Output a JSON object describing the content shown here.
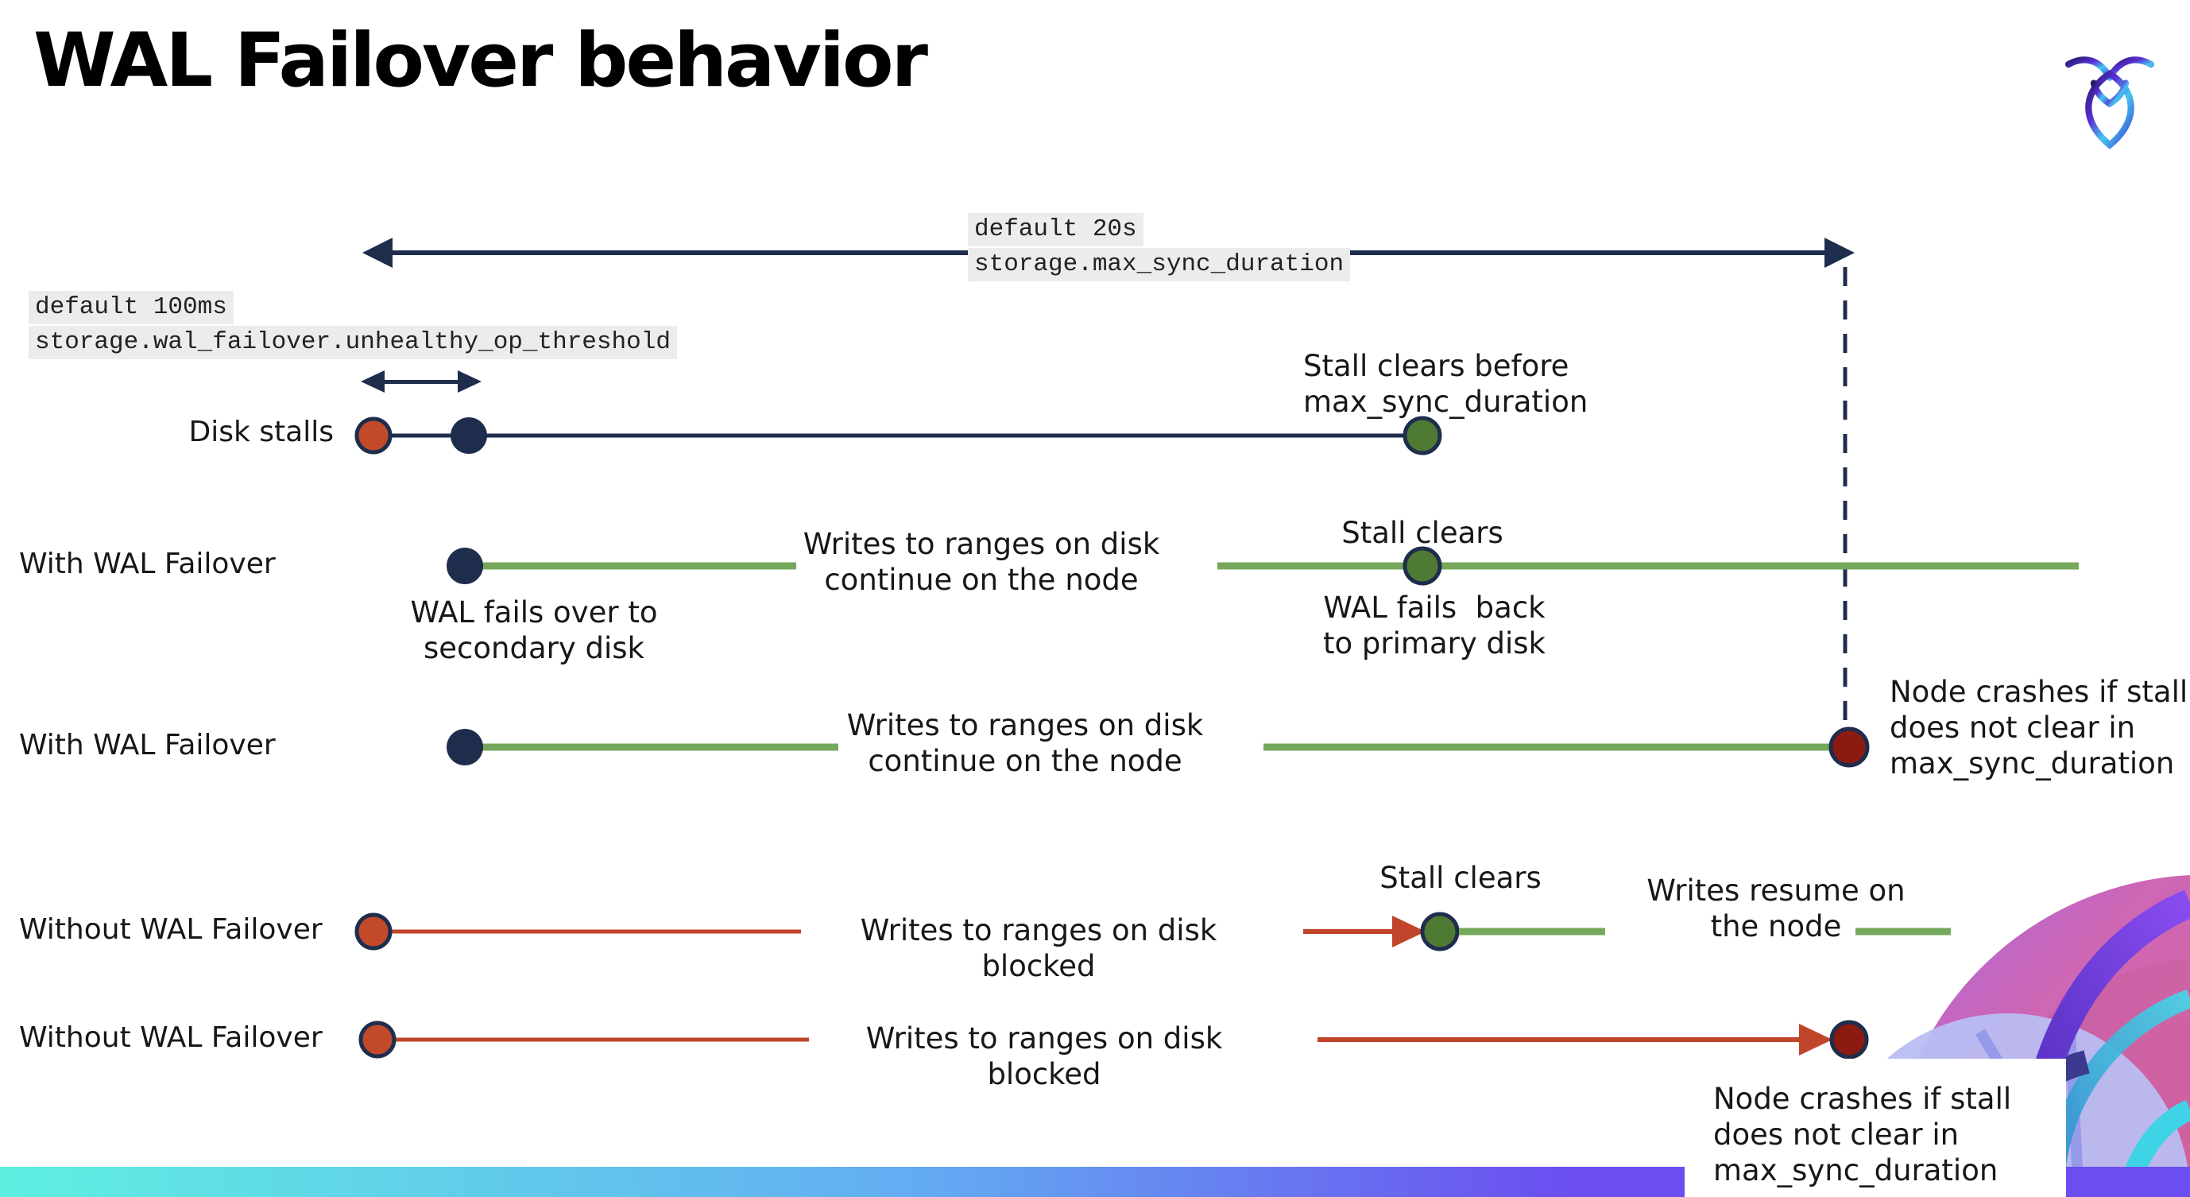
{
  "header": {
    "title": "WAL Failover behavior"
  },
  "icons": {
    "logo": "cockroachdb-logo"
  },
  "settings": {
    "max_sync_duration": {
      "default_label": "default 20s",
      "setting_name": "storage.max_sync_duration"
    },
    "unhealthy_op_threshold": {
      "default_label": "default 100ms",
      "setting_name": "storage.wal_failover.unhealthy_op_threshold"
    }
  },
  "rows": {
    "disk_stalls": {
      "label": "Disk stalls",
      "stall_clears_note": "Stall clears before\nmax_sync_duration"
    },
    "with_failover_1": {
      "label": "With WAL Failover",
      "failover_note": "WAL fails over to\nsecondary disk",
      "writes_note": "Writes to ranges on disk\ncontinue on the node",
      "stall_clears": "Stall clears",
      "failback_note": "WAL fails  back\nto primary disk"
    },
    "with_failover_2": {
      "label": "With WAL Failover",
      "writes_note": "Writes to ranges on disk\ncontinue on the node",
      "crash_note": "Node crashes if stall\ndoes not clear in\nmax_sync_duration"
    },
    "without_failover_1": {
      "label": "Without WAL Failover",
      "blocked_note": "Writes to ranges on disk  blocked",
      "stall_clears": "Stall clears",
      "resume_note": "Writes resume on\nthe node"
    },
    "without_failover_2": {
      "label": "Without WAL Failover",
      "blocked_note": "Writes to ranges on disk  blocked",
      "crash_note": "Node crashes if stall\ndoes not clear in\nmax_sync_duration"
    }
  },
  "colors": {
    "navy": "#1F2D4D",
    "green_line": "#76A85C",
    "green_dot": "#4E7A33",
    "red_line": "#C0452A",
    "red_dot": "#C14A2B",
    "dark_red_dot": "#8B1B10",
    "label_background": "#ECECEC",
    "footer_gradient_start": "#5FEFE1",
    "footer_gradient_mid": "#63ACF2",
    "footer_gradient_end": "#6B4DF0"
  }
}
